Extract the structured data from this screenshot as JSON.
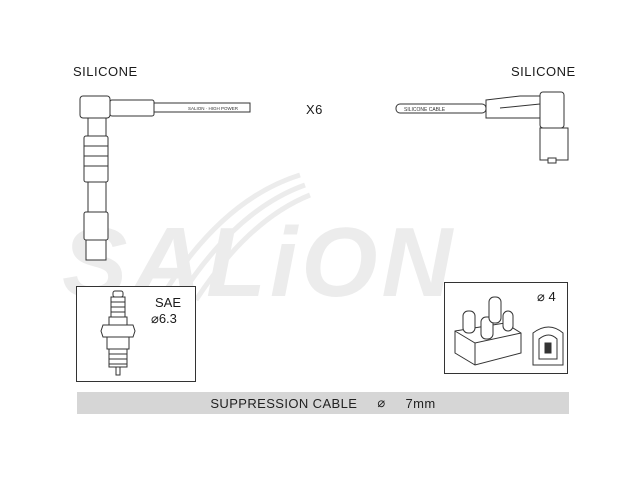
{
  "labels": {
    "left_material": "SILICONE",
    "right_material": "SILICONE",
    "quantity": "X6",
    "cable_print_left": "SALION · HIGH POWER",
    "cable_print_right": "SILICONE CABLE"
  },
  "watermark": {
    "text": "SALiON"
  },
  "left_box": {
    "title": "SAE",
    "size": "⌀6.3"
  },
  "right_box": {
    "size": "⌀ 4"
  },
  "banner": {
    "label": "SUPPRESSION CABLE",
    "symbol": "⌀",
    "size": "7mm"
  },
  "colors": {
    "banner_bg": "#d6d6d6",
    "line": "#333333",
    "watermark": "#e8e8e8"
  }
}
